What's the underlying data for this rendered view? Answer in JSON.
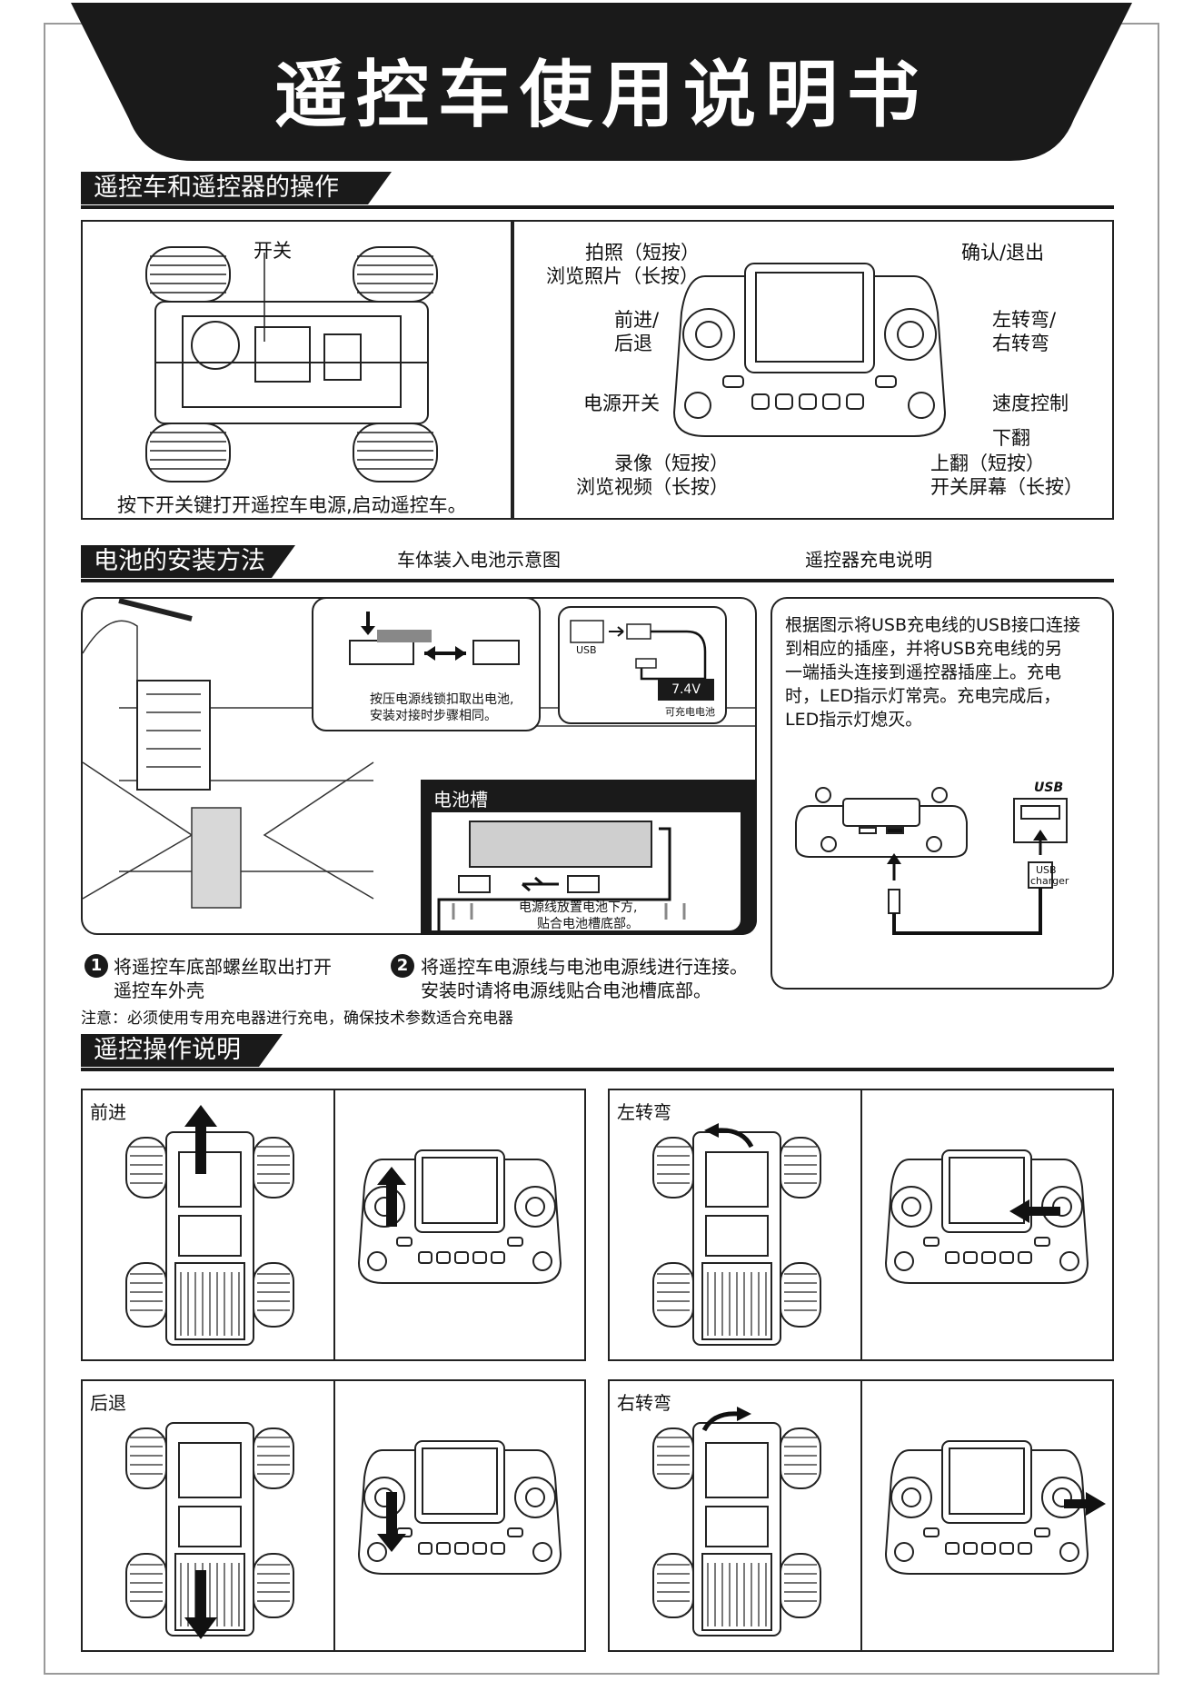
{
  "title": "遥控车使用说明书",
  "section1": {
    "heading": "遥控车和遥控器的操作",
    "car_panel": {
      "switch_label": "开关",
      "caption": "按下开关键打开遥控车电源,启动遥控车。"
    },
    "controller_panel": {
      "photo_label_1": "拍照（短按）",
      "photo_label_2": "浏览照片（长按）",
      "confirm_label": "确认/退出",
      "forward_label_1": "前进/",
      "forward_label_2": "后退",
      "turn_label_1": "左转弯/",
      "turn_label_2": "右转弯",
      "power_label": "电源开关",
      "speed_label": "速度控制",
      "page_down_label": "下翻",
      "record_label_1": "录像（短按）",
      "record_label_2": "浏览视频（长按）",
      "page_up_label_1": "上翻（短按）",
      "page_up_label_2": "开关屏幕（长按）"
    }
  },
  "section2": {
    "heading": "电池的安装方法",
    "sub_left": "车体装入电池示意图",
    "sub_right": "遥控器充电说明",
    "inset_connector_text_1": "按压电源线锁扣取出电池,",
    "inset_connector_text_2": "安装对接时步骤相同。",
    "inset_battery_voltage": "7.4V",
    "inset_battery_caption": "可充电电池",
    "inset_usb_text": "USB",
    "battery_slot_label": "电池槽",
    "slot_text_1": "电源线放置电池下方,",
    "slot_text_2": "贴合电池槽底部。",
    "step1_num": "1",
    "step1_text_1": "将遥控车底部螺丝取出打开",
    "step1_text_2": "遥控车外壳",
    "step2_num": "2",
    "step2_text_1": "将遥控车电源线与电池电源线进行连接。",
    "step2_text_2": "安装时请将电源线贴合电池槽底部。",
    "note": "注意：必须使用专用充电器进行充电，确保技术参数适合充电器",
    "charge_text_1": "根据图示将USB充电线的USB接口连接",
    "charge_text_2": "到相应的插座，并将USB充电线的另",
    "charge_text_3": "一端插头连接到遥控器插座上。充电",
    "charge_text_4": "时，LED指示灯常亮。充电完成后，",
    "charge_text_5": "LED指示灯熄灭。",
    "usb_logo": "USB",
    "usb_charger_1": "USB",
    "usb_charger_2": "charger"
  },
  "section3": {
    "heading": "遥控操作说明",
    "forward": "前进",
    "left_turn": "左转弯",
    "backward": "后退",
    "right_turn": "右转弯"
  },
  "colors": {
    "ink": "#1a1a1a",
    "frame": "#9a9a9a",
    "battery_grey": "#cfcfcf"
  }
}
